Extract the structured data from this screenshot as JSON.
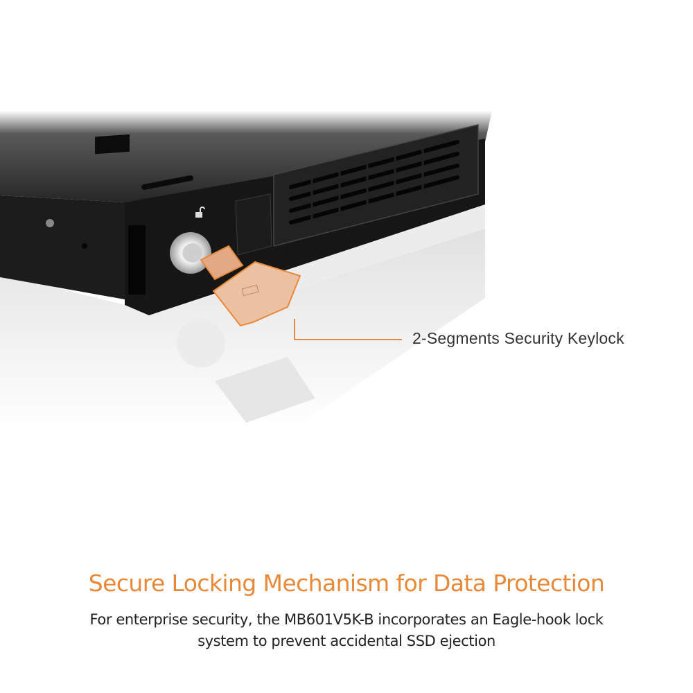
{
  "callout": {
    "label": "2-Segments Security Keylock"
  },
  "headline": "Secure Locking Mechanism for Data Protection",
  "description": {
    "line1": "For enterprise security, the MB601V5K-B incorporates an Eagle-hook lock",
    "line2": "system to prevent accidental SSD ejection"
  },
  "colors": {
    "accent": "#e8893a",
    "device": "#1e1e1e",
    "key": "#e9b995"
  }
}
